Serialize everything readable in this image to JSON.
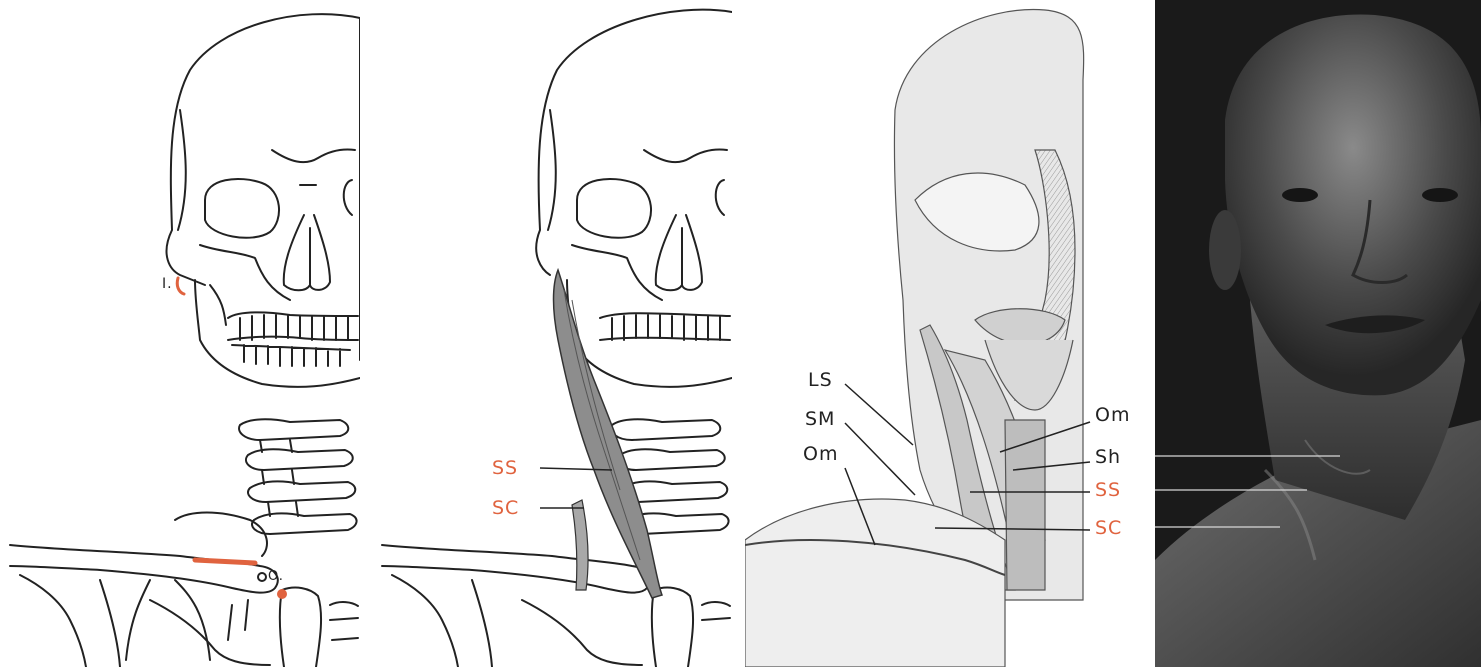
{
  "panel1": {
    "origin_label": "I.",
    "insertion_label": "O."
  },
  "panel2": {
    "labels": [
      "SS",
      "SC"
    ]
  },
  "panel3": {
    "labels_left": [
      "LS",
      "SM",
      "Om"
    ],
    "labels_right": [
      "Om",
      "Sh",
      "SS",
      "SC"
    ]
  },
  "colors": {
    "accent_red": "#e0633f",
    "line_black": "#222222",
    "photo_bg": "#1a1a1a"
  }
}
